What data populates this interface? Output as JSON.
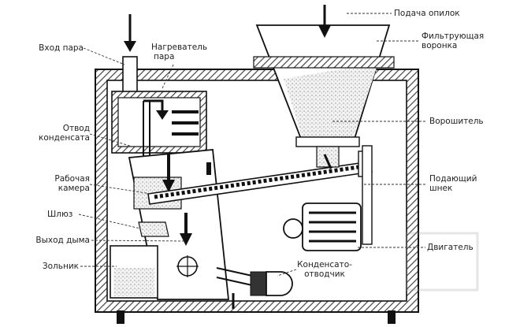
{
  "labels": {
    "steam_inlet": "Вход пара",
    "heater_line1": "Нагреватель",
    "heater_line2": "пара",
    "sawdust_feed": "Подача опилок",
    "funnel_line1": "Фильтрующая",
    "funnel_line2": "воронка",
    "condensate_drain_line1": "Отвод",
    "condensate_drain_line2": "конденсата",
    "agitator": "Ворошитель",
    "chamber_line1": "Рабочая",
    "chamber_line2": "камера",
    "screw_line1": "Подающий",
    "screw_line2": "шнек",
    "sluice": "Шлюз",
    "smoke_outlet": "Выход дыма",
    "motor": "Двигатель",
    "ash_pan": "Зольник",
    "trap_line1": "Конденсато-",
    "trap_line2": "отводчик"
  },
  "colors": {
    "outline": "#111111",
    "hatch": "#555555",
    "label_text": "#222222",
    "leader": "#333333",
    "sawdust": "#bbbbbb"
  }
}
